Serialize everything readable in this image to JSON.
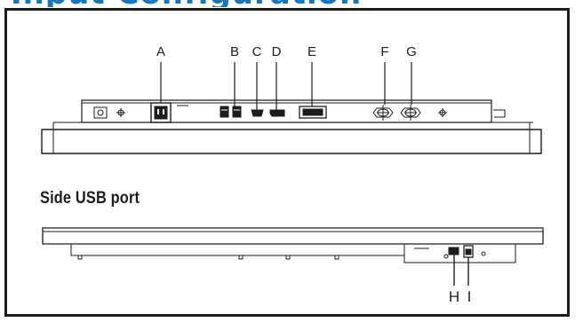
{
  "colors": {
    "heading": "#1b75bc",
    "ink": "#1d1d1b",
    "frame": "#1d1d1b"
  },
  "heading": {
    "text": "Input Configuration"
  },
  "top_view": {
    "port_labels": [
      "A",
      "B",
      "C",
      "D",
      "E",
      "F",
      "G"
    ]
  },
  "side_view": {
    "title": "Side USB port",
    "port_labels": [
      "H",
      "I"
    ]
  }
}
